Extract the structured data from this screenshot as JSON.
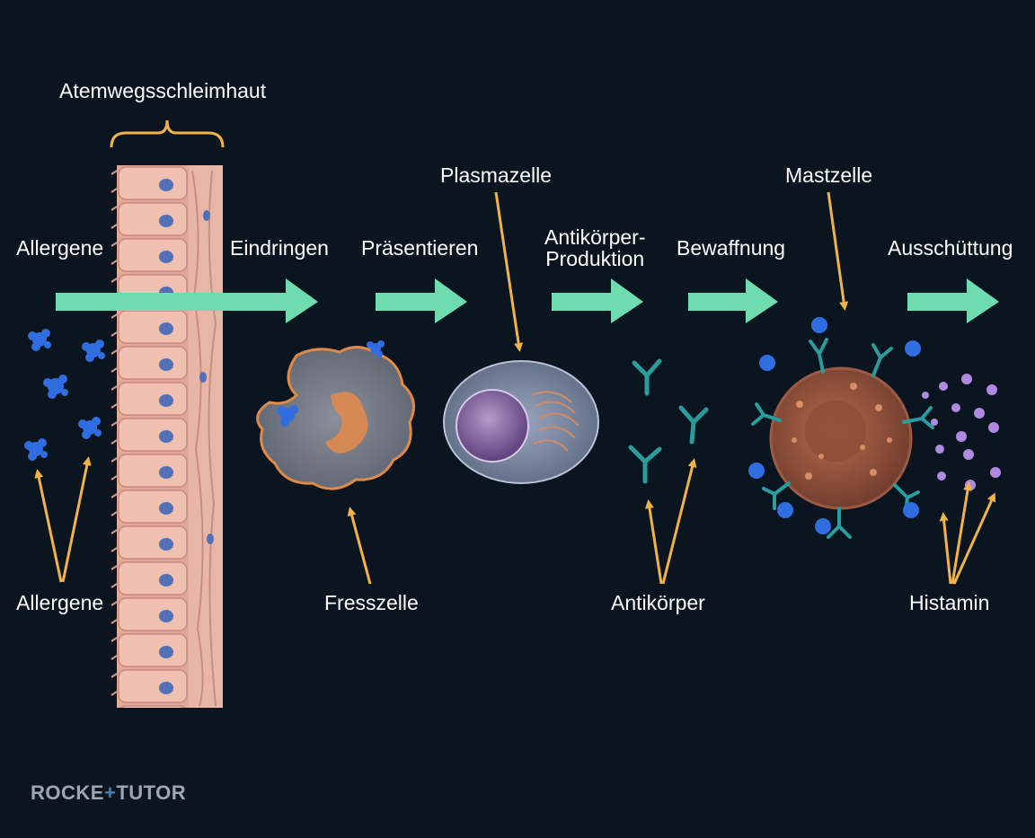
{
  "diagram": {
    "mucosa_label": "Atemwegsschleimhaut",
    "steps": [
      {
        "id": "allergene",
        "label": "Allergene"
      },
      {
        "id": "eindringen",
        "label": "Eindringen"
      },
      {
        "id": "praesentieren",
        "label": "Präsentieren"
      },
      {
        "id": "antikoerper-produktion",
        "label_line1": "Antikörper-",
        "label_line2": "Produktion"
      },
      {
        "id": "bewaffnung",
        "label": "Bewaffnung"
      },
      {
        "id": "ausschuettung",
        "label": "Ausschüttung"
      }
    ],
    "top_labels": {
      "plasmazelle": "Plasmazelle",
      "mastzelle": "Mastzelle"
    },
    "bottom_labels": {
      "allergene": "Allergene",
      "fresszelle": "Fresszelle",
      "antikoerper": "Antikörper",
      "histamin": "Histamin"
    },
    "colors": {
      "flow_arrow": "#6fdcb0",
      "callout": "#f0b34a",
      "allergen": "#2f6de0",
      "antibody": "#2a9c9c",
      "histamine": "#b08ae0",
      "background": "#0b151f"
    }
  },
  "branding": {
    "logo_part1": "ROCKE",
    "logo_plus": "+",
    "logo_part2": "TUTOR"
  }
}
